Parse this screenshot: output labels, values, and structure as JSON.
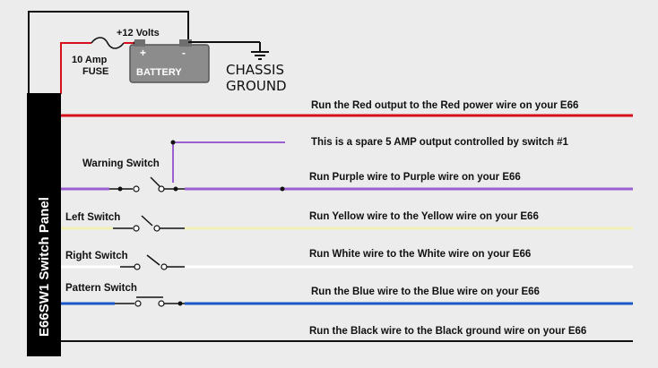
{
  "panel": {
    "label": "E66SW1 Switch Panel"
  },
  "power": {
    "voltage_label": "+12 Volts",
    "fuse_label_line1": "10 Amp",
    "fuse_label_line2": "FUSE",
    "battery_label": "BATTERY",
    "battery_plus": "+",
    "battery_minus": "-",
    "ground_label_line1": "CHASSIS",
    "ground_label_line2": "GROUND"
  },
  "switches": [
    {
      "label": "Warning Switch"
    },
    {
      "label": "Left Switch"
    },
    {
      "label": "Right Switch"
    },
    {
      "label": "Pattern Switch"
    }
  ],
  "wires": [
    {
      "color": "#d6111d",
      "instruction": "Run the Red output to the Red power wire on your E66"
    },
    {
      "color": "#9a5fd0",
      "instruction": "This is a spare 5 AMP output controlled by switch #1"
    },
    {
      "color": "#9a5fd0",
      "instruction": "Run Purple wire to Purple wire on your E66"
    },
    {
      "color": "#f2efb5",
      "instruction": "Run Yellow wire to the Yellow wire on your E66"
    },
    {
      "color": "#ffffff",
      "instruction": "Run White wire to the White wire on your E66"
    },
    {
      "color": "#1a57c9",
      "instruction": "Run the Blue wire to the Blue wire on your E66"
    },
    {
      "color": "#111111",
      "instruction": "Run the Black wire to the Black ground wire on your E66"
    }
  ]
}
